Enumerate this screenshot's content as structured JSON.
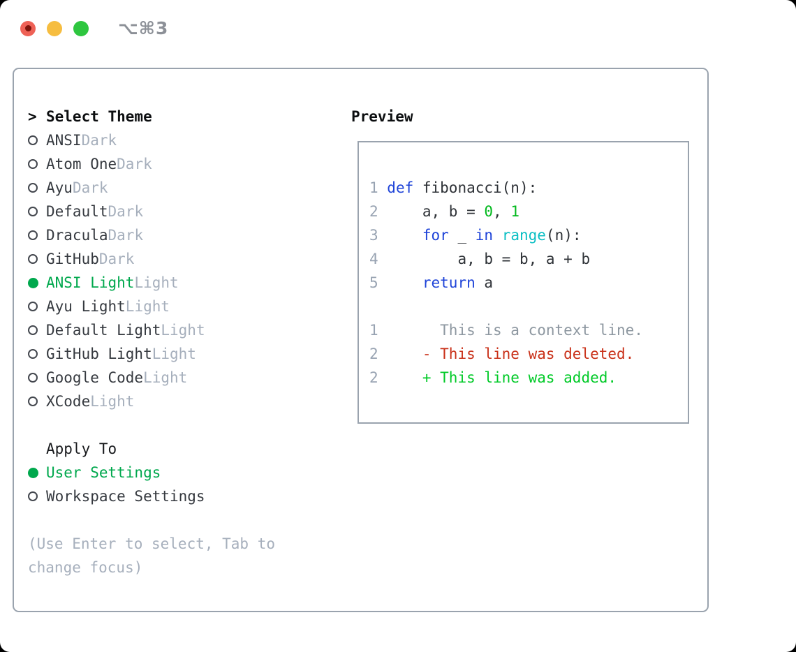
{
  "window": {
    "shortcut": "⌥⌘3"
  },
  "colors": {
    "accent_green": "#00a84d",
    "code_keyword": "#1e43d8",
    "code_builtin": "#0bbfc4",
    "code_number": "#00b81c",
    "diff_added": "#00ca27",
    "diff_deleted": "#c93018",
    "diff_context": "#8d97a0",
    "line_number": "#98a3b2",
    "muted": "#a6afbc",
    "border": "#9aa3ae"
  },
  "select_theme": {
    "prompt": ">",
    "title": "Select Theme",
    "items": [
      {
        "name": "ANSI",
        "variant": "Dark",
        "selected": false
      },
      {
        "name": "Atom One",
        "variant": "Dark",
        "selected": false
      },
      {
        "name": "Ayu",
        "variant": "Dark",
        "selected": false
      },
      {
        "name": "Default",
        "variant": "Dark",
        "selected": false
      },
      {
        "name": "Dracula",
        "variant": "Dark",
        "selected": false
      },
      {
        "name": "GitHub",
        "variant": "Dark",
        "selected": false
      },
      {
        "name": "ANSI Light",
        "variant": "Light",
        "selected": true
      },
      {
        "name": "Ayu Light",
        "variant": "Light",
        "selected": false
      },
      {
        "name": "Default Light",
        "variant": "Light",
        "selected": false
      },
      {
        "name": "GitHub Light",
        "variant": "Light",
        "selected": false
      },
      {
        "name": "Google Code",
        "variant": "Light",
        "selected": false
      },
      {
        "name": "XCode",
        "variant": "Light",
        "selected": false
      }
    ]
  },
  "apply_to": {
    "title": "Apply To",
    "options": [
      {
        "label": "User Settings",
        "selected": true
      },
      {
        "label": "Workspace Settings",
        "selected": false
      }
    ]
  },
  "help_text": "(Use Enter to select, Tab to change focus)",
  "preview": {
    "title": "Preview",
    "code_lines": [
      {
        "num": "1",
        "segments": [
          {
            "text": "def",
            "color": "keyword"
          },
          {
            "text": " fibonacci(n):",
            "color": "text"
          }
        ]
      },
      {
        "num": "2",
        "segments": [
          {
            "text": "    a, b = ",
            "color": "text"
          },
          {
            "text": "0",
            "color": "number"
          },
          {
            "text": ", ",
            "color": "text"
          },
          {
            "text": "1",
            "color": "number"
          }
        ]
      },
      {
        "num": "3",
        "segments": [
          {
            "text": "    ",
            "color": "text"
          },
          {
            "text": "for",
            "color": "keyword"
          },
          {
            "text": " _ ",
            "color": "text"
          },
          {
            "text": "in",
            "color": "keyword"
          },
          {
            "text": " ",
            "color": "text"
          },
          {
            "text": "range",
            "color": "builtin"
          },
          {
            "text": "(n):",
            "color": "text"
          }
        ]
      },
      {
        "num": "4",
        "segments": [
          {
            "text": "        a, b = b, a + b",
            "color": "text"
          }
        ]
      },
      {
        "num": "5",
        "segments": [
          {
            "text": "    ",
            "color": "text"
          },
          {
            "text": "return",
            "color": "keyword"
          },
          {
            "text": " a",
            "color": "text"
          }
        ]
      }
    ],
    "diff_lines": [
      {
        "num": "1",
        "marker": "",
        "text": "This is a context line.",
        "type": "context"
      },
      {
        "num": "2",
        "marker": "-",
        "text": "This line was deleted.",
        "type": "deleted"
      },
      {
        "num": "2",
        "marker": "+",
        "text": "This line was added.",
        "type": "added"
      }
    ]
  }
}
